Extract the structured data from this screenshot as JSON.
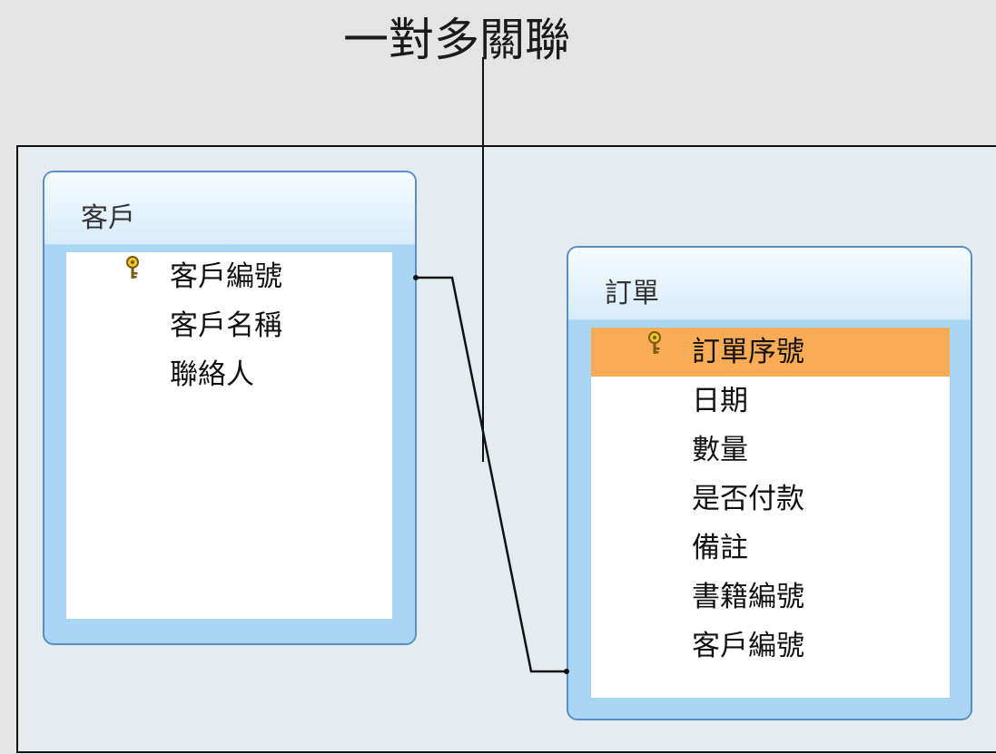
{
  "annotation": {
    "label": "一對多關聯"
  },
  "tables": {
    "customer": {
      "title": "客戶",
      "fields": [
        "客戶編號",
        "客戶名稱",
        "聯絡人"
      ],
      "primary_key": "客戶編號"
    },
    "orders": {
      "title": "訂單",
      "fields": [
        "訂單序號",
        "日期",
        "數量",
        "是否付款",
        "備註",
        "書籍編號",
        "客戶編號"
      ],
      "primary_key": "訂單序號",
      "selected_field": "訂單序號"
    }
  },
  "relationship": {
    "from": "客戶.客戶編號",
    "to": "訂單.客戶編號",
    "type": "一對多"
  },
  "colors": {
    "selection": "#f9ab55",
    "table_border": "#5b8fc4",
    "table_body": "#a9d6f2",
    "key_icon": "#f2c62a"
  },
  "icons": {
    "primary_key": "key-icon"
  }
}
